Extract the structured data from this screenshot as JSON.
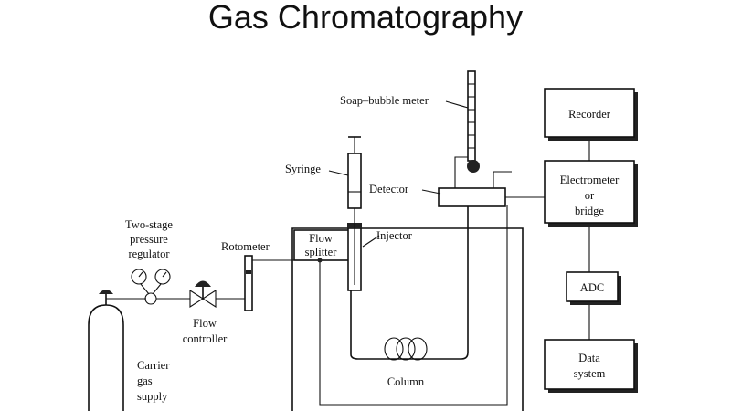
{
  "title": "Gas Chromatography",
  "labels": {
    "soap_bubble_meter": "Soap–bubble meter",
    "recorder": "Recorder",
    "electrometer_line1": "Electrometer",
    "electrometer_line2": "or",
    "electrometer_line3": "bridge",
    "adc": "ADC",
    "data_system_line1": "Data",
    "data_system_line2": "system",
    "syringe": "Syringe",
    "detector": "Detector",
    "two_stage_line1": "Two-stage",
    "two_stage_line2": "pressure",
    "two_stage_line3": "regulator",
    "rotometer": "Rotometer",
    "flow_splitter_line1": "Flow",
    "flow_splitter_line2": "splitter",
    "injector": "Injector",
    "flow_controller_line1": "Flow",
    "flow_controller_line2": "controller",
    "carrier_line1": "Carrier",
    "carrier_line2": "gas",
    "carrier_line3": "supply",
    "column": "Column"
  },
  "colors": {
    "ink": "#111111",
    "background": "#ffffff"
  }
}
